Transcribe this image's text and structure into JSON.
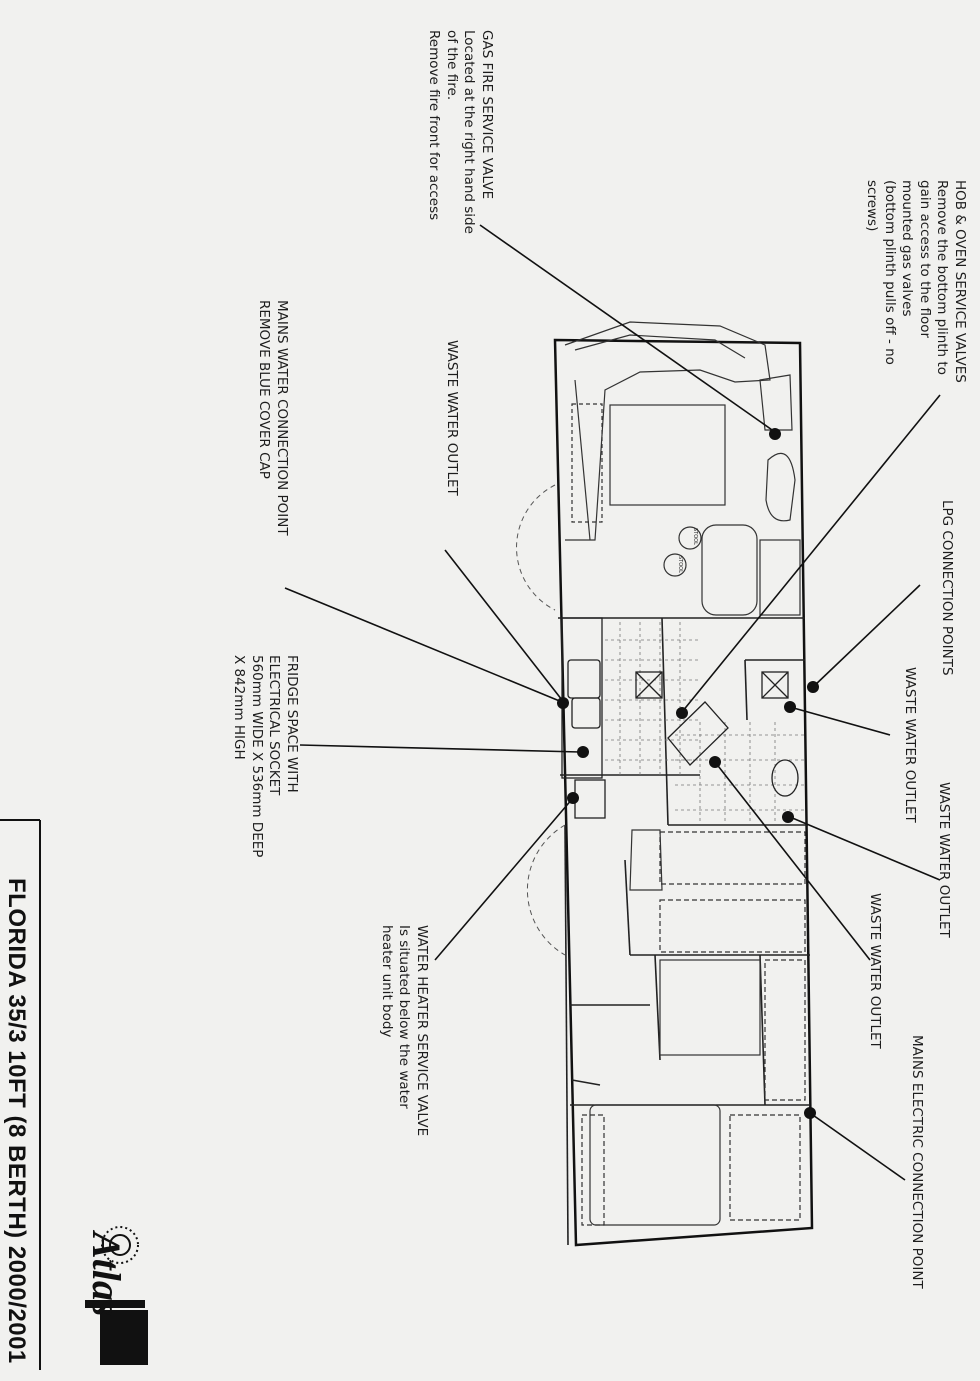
{
  "title": "FLORIDA  35/3 10FT (8 BERTH) 2000/2001",
  "brand": {
    "logo_text": "Atlas"
  },
  "stool_labels": [
    "STOOL",
    "STOOL"
  ],
  "callouts": [
    {
      "id": "hob-oven",
      "text": "HOB & OVEN SERVICE VALVES\nRemove the bottom plinth to\ngain access to the floor\nmounted gas valves\n(bottom plinth pulls off - no\nscrews)"
    },
    {
      "id": "gas-fire",
      "text": "GAS FIRE SERVICE VALVE\nLocated at the right hand side\nof the fire.\nRemove fire front for access"
    },
    {
      "id": "waste-left",
      "text": "WASTE WATER OUTLET"
    },
    {
      "id": "mains-water",
      "text": "MAINS WATER CONNECTION POINT\nREMOVE BLUE COVER CAP"
    },
    {
      "id": "fridge",
      "text": "FRIDGE SPACE WITH\nELECTRICAL SOCKET\n560mm WIDE X 536mm DEEP\nX 842mm HIGH"
    },
    {
      "id": "lpg",
      "text": "LPG CONNECTION POINTS"
    },
    {
      "id": "waste-1",
      "text": "WASTE WATER OUTLET"
    },
    {
      "id": "waste-2",
      "text": "WASTE WATER OUTLET"
    },
    {
      "id": "waste-3",
      "text": "WASTE WATER OUTLET"
    },
    {
      "id": "water-heater",
      "text": "WATER HEATER SERVICE VALVE\nIs situated below the water\nheater unit body"
    },
    {
      "id": "mains-electric",
      "text": "MAINS ELECTRIC CONNECTION POINT"
    }
  ]
}
